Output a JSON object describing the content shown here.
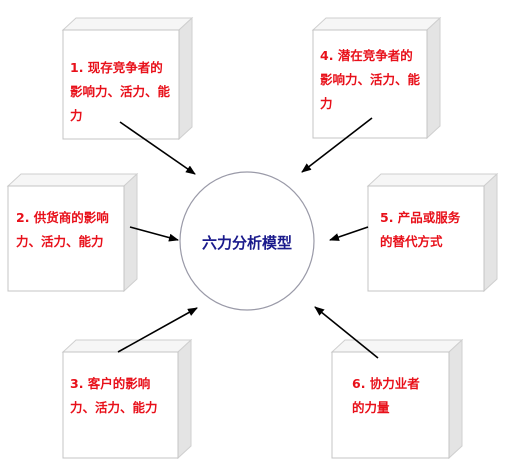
{
  "center": {
    "label": "六力分析模型"
  },
  "boxes": [
    {
      "id": "box-1",
      "text": "1. 现存竞争者的影响力、活力、能力"
    },
    {
      "id": "box-4",
      "text": "4. 潜在竞争者的影响力、活力、能力"
    },
    {
      "id": "box-2",
      "text": "2. 供货商的影响力、活力、能力"
    },
    {
      "id": "box-5",
      "text": "5. 产品或服务的替代方式"
    },
    {
      "id": "box-3",
      "text": "3. 客户的影响力、活力、能力"
    },
    {
      "id": "box-6",
      "text": "6. 协力业者的力量"
    }
  ],
  "colors": {
    "box_label": "#e8101a",
    "center_label": "#1a1a8c",
    "box_front": "#ffffff",
    "box_side": "#e4e4e4",
    "box_top": "#f6f6f6",
    "arrow": "#000000",
    "circle_stroke": "#9a9aa8"
  }
}
